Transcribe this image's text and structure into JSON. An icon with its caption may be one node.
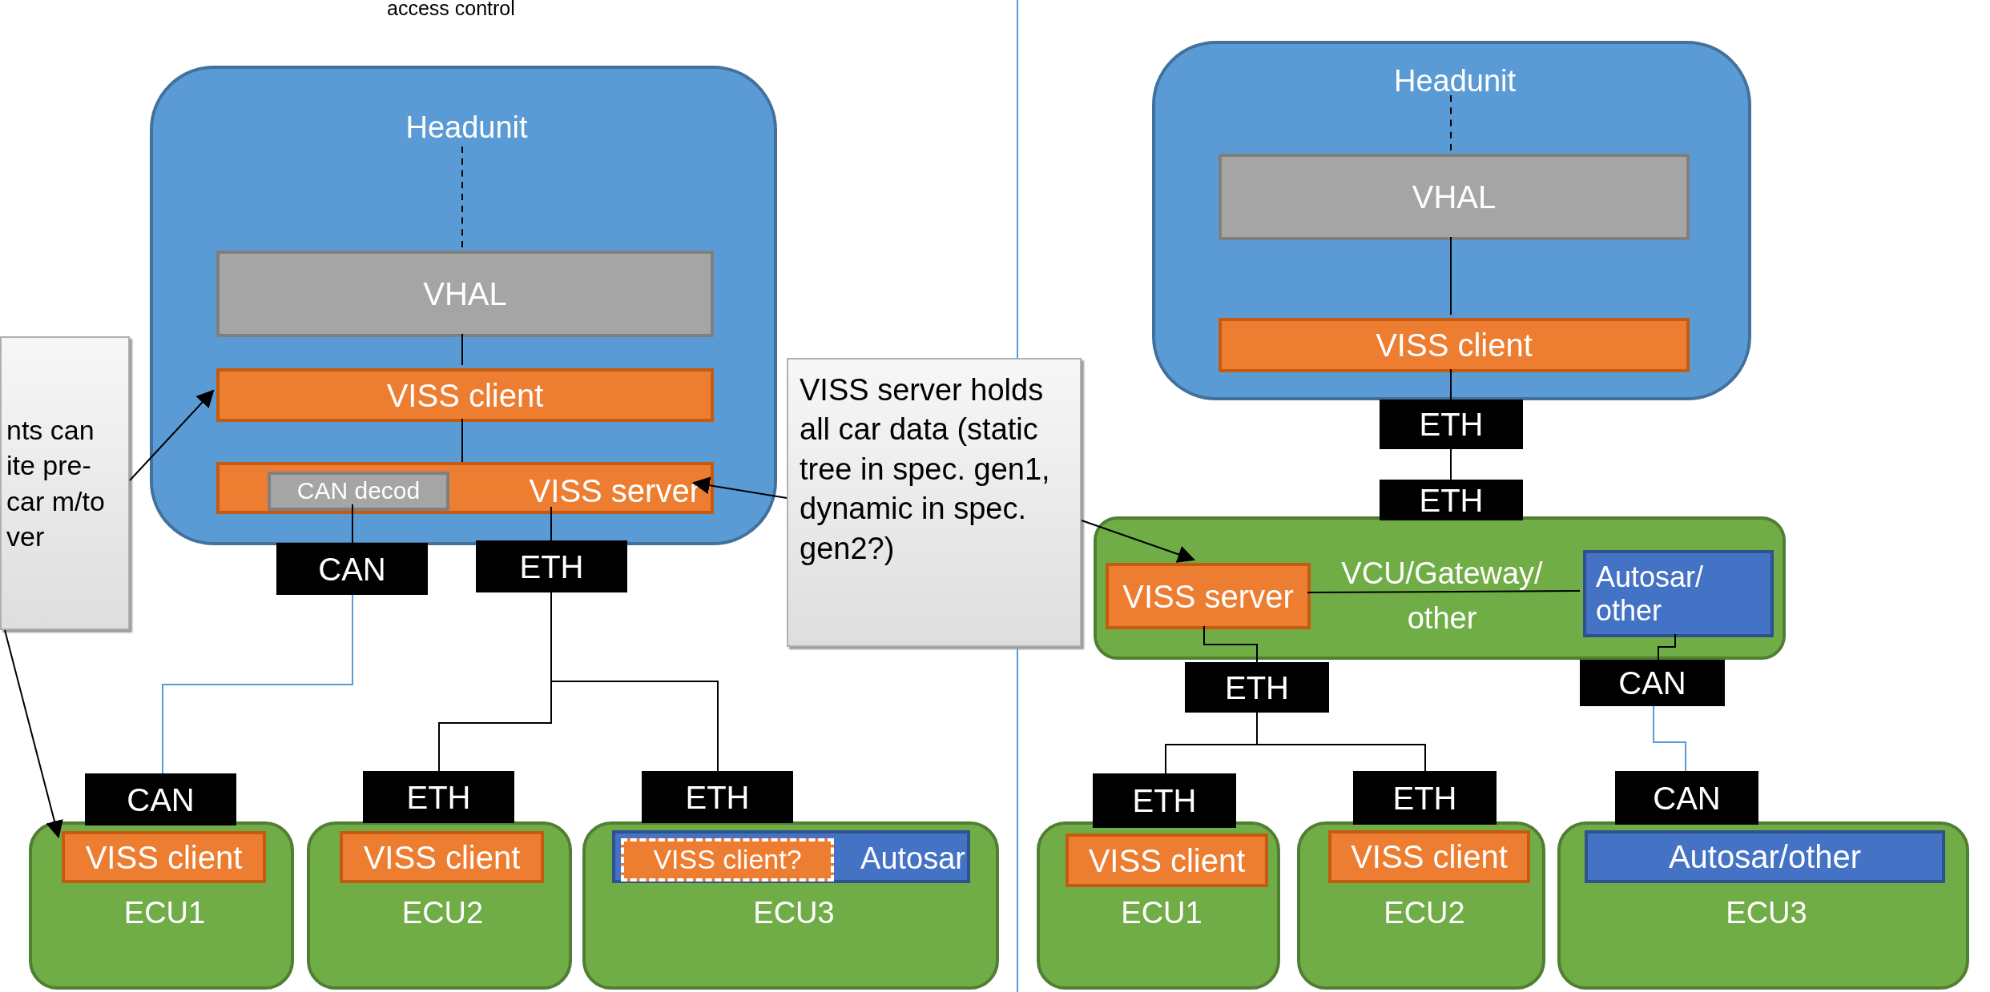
{
  "diagram": {
    "nodes": [
      {
        "text": [
          "nts can ite pre- car m/to ver"
        ]
      },
      {
        "text": [
          "Headunit"
        ]
      },
      {
        "text": [
          "VHAL"
        ],
        "in": 1
      },
      {
        "text": [
          "VISS client"
        ],
        "in": 1
      },
      {
        "text": [
          "VISS server"
        ],
        "in": 1
      },
      {
        "text": [
          "CAN decod"
        ],
        "in": 4
      },
      {
        "text": [
          "CAN"
        ]
      },
      {
        "text": [
          "ETH"
        ]
      },
      {
        "text": [
          "VISS server holds all car data (static tree in spec. gen1, dynamic in spec. gen2?)"
        ]
      },
      {
        "text": [
          "CAN"
        ]
      },
      {
        "text": [
          "ETH"
        ]
      },
      {
        "text": [
          "ETH"
        ]
      },
      {
        "text": [
          "ECU1"
        ]
      },
      {
        "text": [
          "VISS client"
        ],
        "in": 12
      },
      {
        "text": [
          "ECU2"
        ]
      },
      {
        "text": [
          "VISS client"
        ],
        "in": 14
      },
      {
        "text": [
          "ECU3"
        ]
      },
      {
        "text": [
          "Autosar"
        ],
        "in": 16
      },
      {
        "text": [
          "VISS client?"
        ],
        "in": 17
      },
      {
        "text": [
          "Headunit"
        ]
      },
      {
        "text": [
          "VHAL"
        ],
        "in": 19
      },
      {
        "text": [
          "VISS client"
        ],
        "in": 19
      },
      {
        "text": [
          "ETH"
        ]
      },
      {
        "text": [
          "ETH"
        ]
      },
      {
        "text": [
          "VCU/Gateway/ other"
        ]
      },
      {
        "text": [
          "VISS server"
        ],
        "in": 24
      },
      {
        "text": [
          "Autosar/ other"
        ],
        "in": 24
      },
      {
        "text": [
          "ETH"
        ]
      },
      {
        "text": [
          "CAN"
        ]
      },
      {
        "text": [
          "ETH"
        ]
      },
      {
        "text": [
          "ETH"
        ]
      },
      {
        "text": [
          "CAN"
        ]
      },
      {
        "text": [
          "ECU1"
        ]
      },
      {
        "text": [
          "VISS client"
        ],
        "in": 32
      },
      {
        "text": [
          "ECU2"
        ]
      },
      {
        "text": [
          "VISS client"
        ],
        "in": 34
      },
      {
        "text": [
          "ECU3"
        ]
      },
      {
        "text": [
          "Autosar/other"
        ],
        "in": 36
      }
    ],
    "edges": [
      {
        "from": 1,
        "to": 2,
        "arrow": "none",
        "style": "dashed"
      },
      {
        "from": 2,
        "to": 3,
        "arrow": "none"
      },
      {
        "from": 3,
        "to": 4,
        "arrow": "none"
      },
      {
        "from": 5,
        "to": 6,
        "arrow": "none"
      },
      {
        "from": 4,
        "to": 7,
        "arrow": "none"
      },
      {
        "from": 0,
        "to": 3,
        "arrow": "to"
      },
      {
        "from": 0,
        "to": 13,
        "arrow": "to"
      },
      {
        "from": 8,
        "to": 4,
        "arrow": "to"
      },
      {
        "from": 8,
        "to": 25,
        "arrow": "to"
      },
      {
        "from": 6,
        "to": 9,
        "arrow": "none",
        "color": "#5b9bd5"
      },
      {
        "from": 7,
        "to": 10,
        "arrow": "none"
      },
      {
        "from": 7,
        "to": 11,
        "arrow": "none"
      },
      {
        "from": 19,
        "to": 20,
        "arrow": "none",
        "style": "dashed"
      },
      {
        "from": 20,
        "to": 21,
        "arrow": "none"
      },
      {
        "from": 21,
        "to": 22,
        "arrow": "none"
      },
      {
        "from": 22,
        "to": 23,
        "arrow": "none"
      },
      {
        "from": 25,
        "to": 26,
        "arrow": "none"
      },
      {
        "from": 25,
        "to": 27,
        "arrow": "none"
      },
      {
        "from": 26,
        "to": 28,
        "arrow": "none"
      },
      {
        "from": 27,
        "to": 29,
        "arrow": "none"
      },
      {
        "from": 27,
        "to": 30,
        "arrow": "none"
      },
      {
        "from": 28,
        "to": 31,
        "arrow": "none",
        "color": "#5b9bd5"
      }
    ],
    "labels": [
      "access control"
    ]
  }
}
